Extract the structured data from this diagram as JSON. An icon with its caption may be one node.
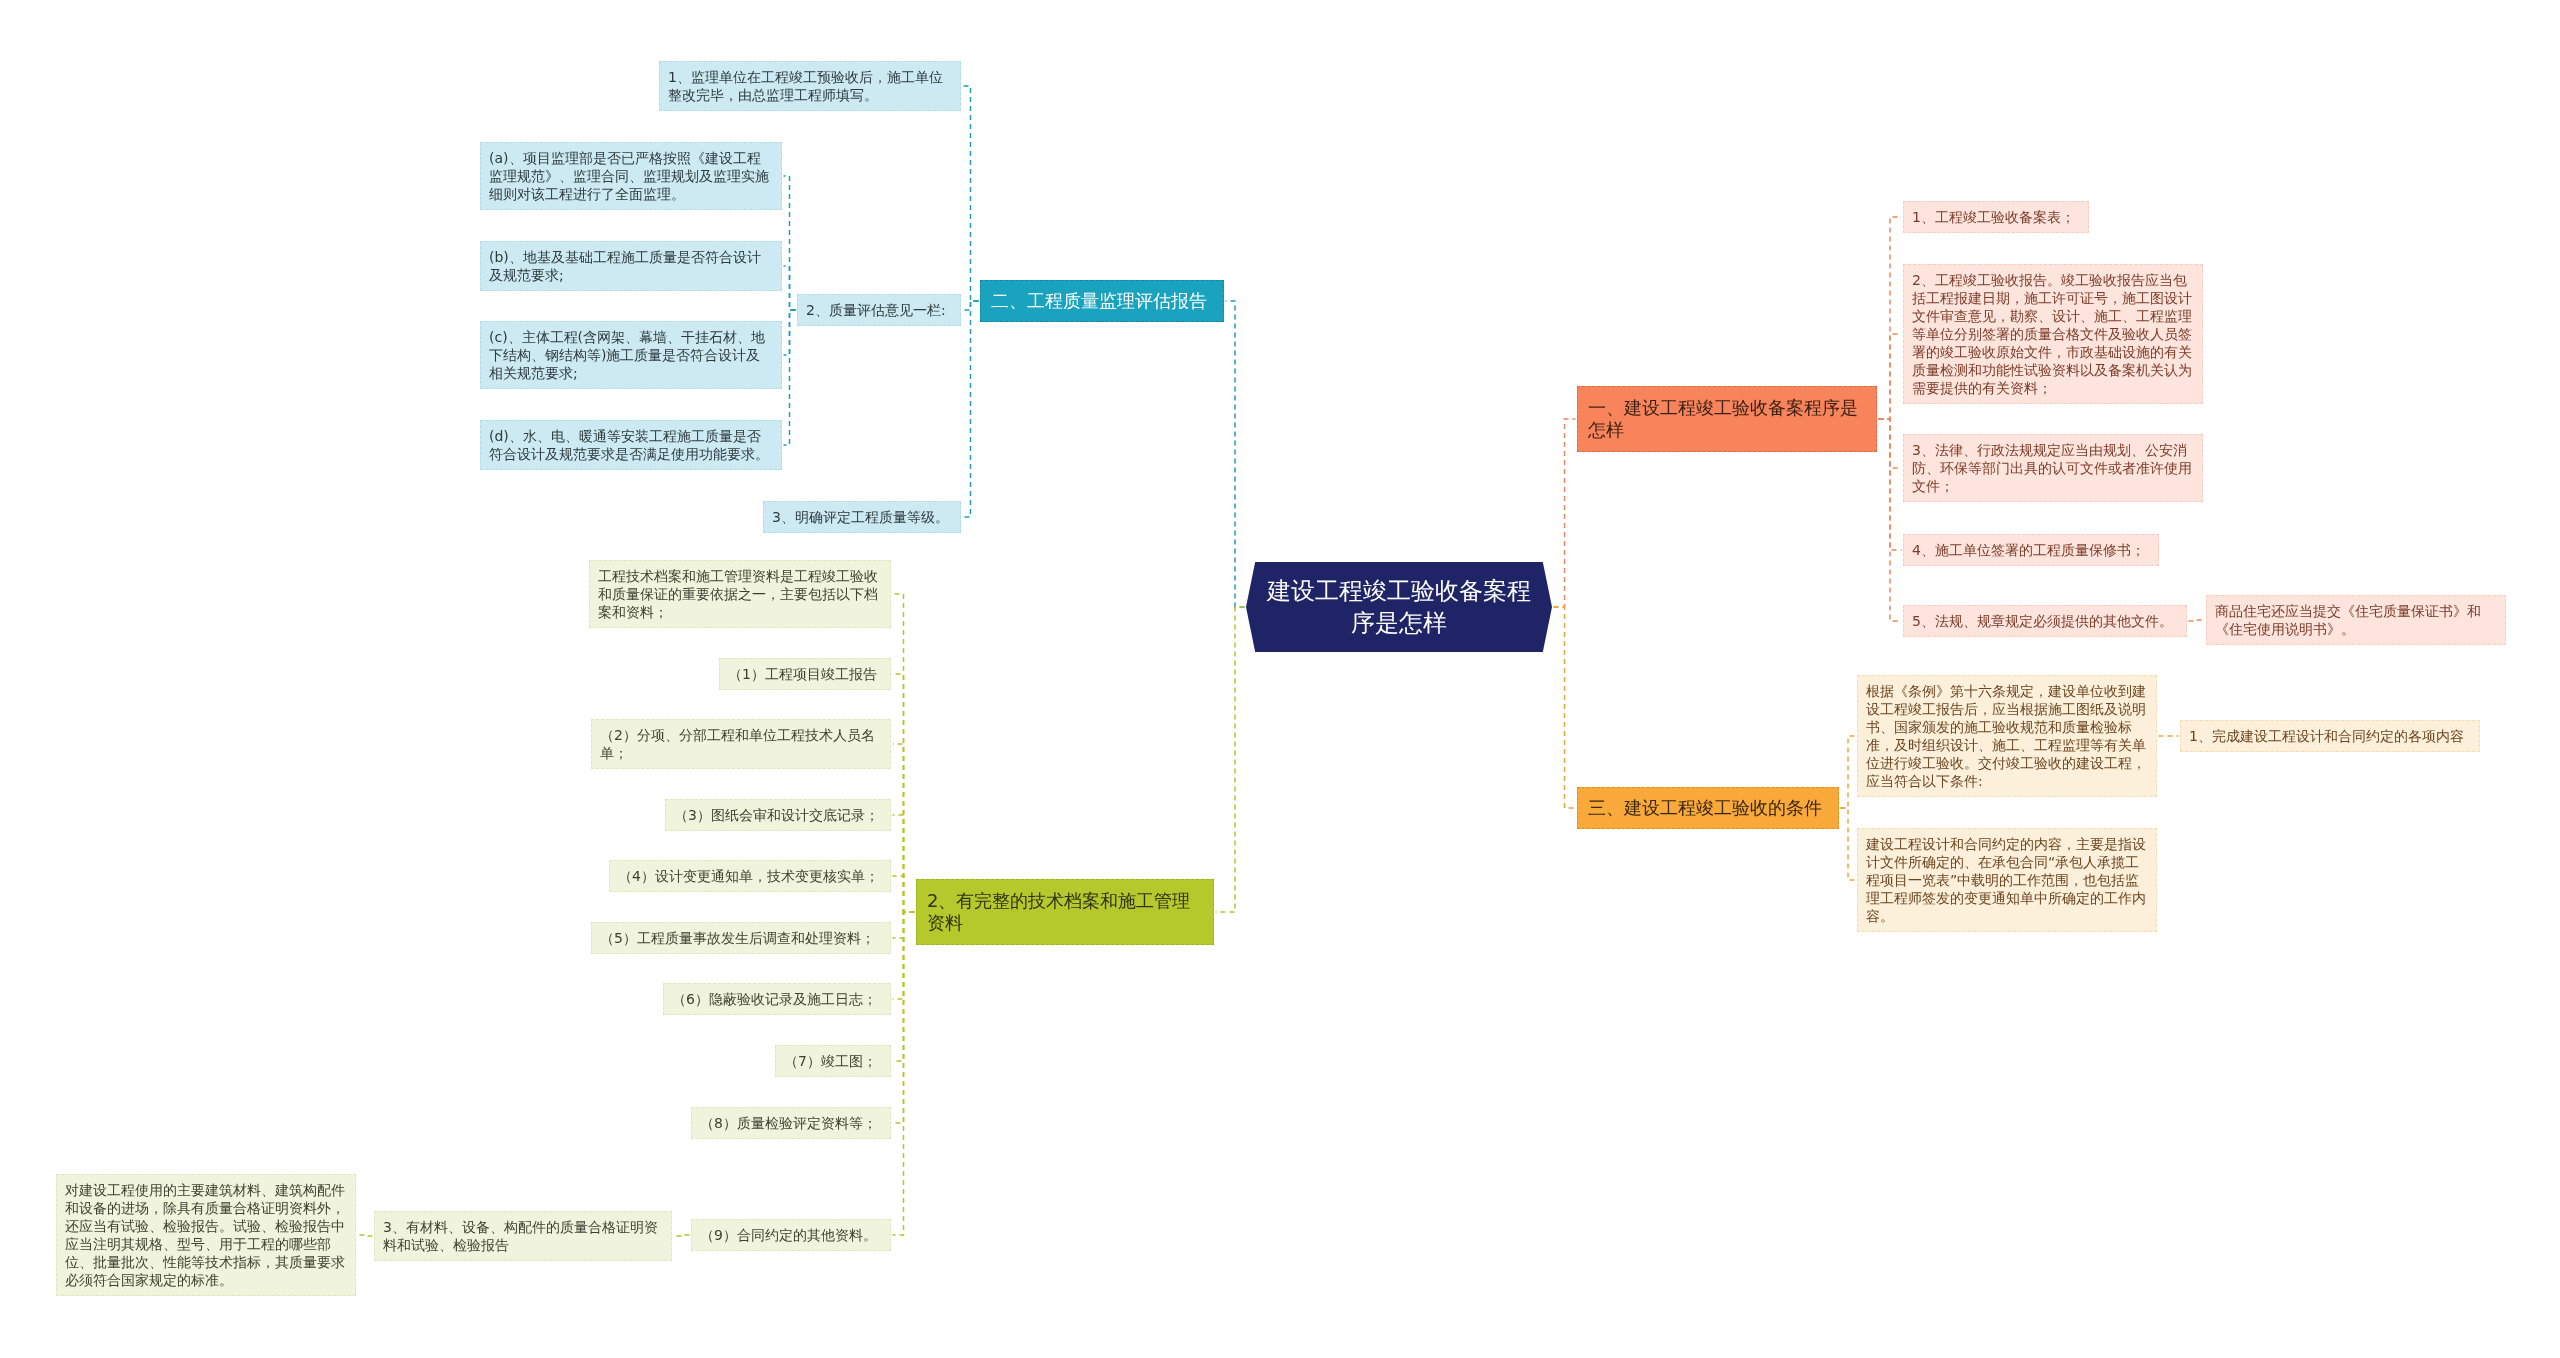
{
  "diagram": {
    "nodes": [
      {
        "text": [
          "建设工程竣工验收备案程序是怎样"
        ]
      },
      {
        "text": [
          "二、工程质量监理评估报告"
        ]
      },
      {
        "text": [
          "1、监理单位在工程竣工预验收后，施工单位整改完毕，由总监理工程师填写。"
        ]
      },
      {
        "text": [
          "2、质量评估意见一栏:"
        ]
      },
      {
        "text": [
          "(a)、项目监理部是否已严格按照《建设工程监理规范》、监理合同、监理规划及监理实施细则对该工程进行了全面监理。"
        ]
      },
      {
        "text": [
          "(b)、地基及基础工程施工质量是否符合设计及规范要求;"
        ]
      },
      {
        "text": [
          "(c)、主体工程(含网架、幕墙、干挂石材、地下结构、钢结构等)施工质量是否符合设计及相关规范要求;"
        ]
      },
      {
        "text": [
          "(d)、水、电、暖通等安装工程施工质量是否符合设计及规范要求是否满足使用功能要求。"
        ]
      },
      {
        "text": [
          "3、明确评定工程质量等级。"
        ]
      },
      {
        "text": [
          "2、有完整的技术档案和施工管理资料"
        ]
      },
      {
        "text": [
          "工程技术档案和施工管理资料是工程竣工验收和质量保证的重要依据之一，主要包括以下档案和资料；"
        ]
      },
      {
        "text": [
          "（1）工程项目竣工报告"
        ]
      },
      {
        "text": [
          "（2）分项、分部工程和单位工程技术人员名单；"
        ]
      },
      {
        "text": [
          "（3）图纸会审和设计交底记录；"
        ]
      },
      {
        "text": [
          "（4）设计变更通知单，技术变更核实单；"
        ]
      },
      {
        "text": [
          "（5）工程质量事故发生后调查和处理资料；"
        ]
      },
      {
        "text": [
          "（6）隐蔽验收记录及施工日志；"
        ]
      },
      {
        "text": [
          "（7）竣工图；"
        ]
      },
      {
        "text": [
          "（8）质量检验评定资料等；"
        ]
      },
      {
        "text": [
          "（9）合同约定的其他资料。"
        ]
      },
      {
        "text": [
          "3、有材料、设备、构配件的质量合格证明资料和试验、检验报告"
        ]
      },
      {
        "text": [
          "对建设工程使用的主要建筑材料、建筑构配件和设备的进场，除具有质量合格证明资料外，还应当有试验、检验报告。试验、检验报告中应当注明其规格、型号、用于工程的哪些部位、批量批次、性能等技术指标，其质量要求必须符合国家规定的标准。"
        ]
      },
      {
        "text": [
          "一、建设工程竣工验收备案程序是怎样"
        ]
      },
      {
        "text": [
          "1、工程竣工验收备案表；"
        ]
      },
      {
        "text": [
          "2、工程竣工验收报告。竣工验收报告应当包括工程报建日期，施工许可证号，施工图设计文件审查意见，勘察、设计、施工、工程监理等单位分别签署的质量合格文件及验收人员签署的竣工验收原始文件，市政基础设施的有关质量检测和功能性试验资料以及备案机关认为需要提供的有关资料；"
        ]
      },
      {
        "text": [
          "3、法律、行政法规规定应当由规划、公安消防、环保等部门出具的认可文件或者准许使用文件；"
        ]
      },
      {
        "text": [
          "4、施工单位签署的工程质量保修书；"
        ]
      },
      {
        "text": [
          "5、法规、规章规定必须提供的其他文件。"
        ]
      },
      {
        "text": [
          "商品住宅还应当提交《住宅质量保证书》和《住宅使用说明书》。"
        ]
      },
      {
        "text": [
          "三、建设工程竣工验收的条件"
        ]
      },
      {
        "text": [
          "根据《条例》第十六条规定，建设单位收到建设工程竣工报告后，应当根据施工图纸及说明书、国家颁发的施工验收规范和质量检验标准，及时组织设计、施工、工程监理等有关单位进行竣工验收。交付竣工验收的建设工程，应当符合以下条件:"
        ]
      },
      {
        "text": [
          "1、完成建设工程设计和合同约定的各项内容"
        ]
      },
      {
        "text": [
          "建设工程设计和合同约定的内容，主要是指设计文件所确定的、在承包合同“承包人承揽工程项目一览表”中载明的工作范围，也包括监理工程师签发的变更通知单中所确定的工作内容。"
        ]
      }
    ],
    "edges": [
      {
        "from": 0,
        "to": 1,
        "arrow": "none",
        "style": "dashed",
        "color": "#1d9fbc"
      },
      {
        "from": 1,
        "to": 2,
        "arrow": "none",
        "style": "dashed",
        "color": "#1d9fbc"
      },
      {
        "from": 1,
        "to": 3,
        "arrow": "none",
        "style": "dashed",
        "color": "#1d9fbc"
      },
      {
        "from": 3,
        "to": 4,
        "arrow": "none",
        "style": "dashed",
        "color": "#1d9fbc"
      },
      {
        "from": 3,
        "to": 5,
        "arrow": "none",
        "style": "dashed",
        "color": "#1d9fbc"
      },
      {
        "from": 3,
        "to": 6,
        "arrow": "none",
        "style": "dashed",
        "color": "#1d9fbc"
      },
      {
        "from": 3,
        "to": 7,
        "arrow": "none",
        "style": "dashed",
        "color": "#1d9fbc"
      },
      {
        "from": 1,
        "to": 8,
        "arrow": "none",
        "style": "dashed",
        "color": "#1d9fbc"
      },
      {
        "from": 0,
        "to": 9,
        "arrow": "none",
        "style": "dashed"
      },
      {
        "from": 9,
        "to": 10,
        "arrow": "none",
        "style": "dashed"
      },
      {
        "from": 9,
        "to": 11,
        "arrow": "none",
        "style": "dashed"
      },
      {
        "from": 9,
        "to": 12,
        "arrow": "none",
        "style": "dashed"
      },
      {
        "from": 9,
        "to": 13,
        "arrow": "none",
        "style": "dashed"
      },
      {
        "from": 9,
        "to": 14,
        "arrow": "none",
        "style": "dashed"
      },
      {
        "from": 9,
        "to": 15,
        "arrow": "none",
        "style": "dashed"
      },
      {
        "from": 9,
        "to": 16,
        "arrow": "none",
        "style": "dashed"
      },
      {
        "from": 9,
        "to": 17,
        "arrow": "none",
        "style": "dashed"
      },
      {
        "from": 9,
        "to": 18,
        "arrow": "none",
        "style": "dashed"
      },
      {
        "from": 9,
        "to": 19,
        "arrow": "none",
        "style": "dashed"
      },
      {
        "from": 19,
        "to": 20,
        "arrow": "none",
        "style": "dashed"
      },
      {
        "from": 20,
        "to": 21,
        "arrow": "none",
        "style": "dashed"
      },
      {
        "from": 0,
        "to": 22,
        "arrow": "none",
        "style": "dashed",
        "color": "#ee8760"
      },
      {
        "from": 22,
        "to": 23,
        "arrow": "none",
        "style": "dashed",
        "color": "#ee8760"
      },
      {
        "from": 22,
        "to": 24,
        "arrow": "none",
        "style": "dashed",
        "color": "#ee8760"
      },
      {
        "from": 22,
        "to": 25,
        "arrow": "none",
        "style": "dashed",
        "color": "#ee8760"
      },
      {
        "from": 22,
        "to": 26,
        "arrow": "none",
        "style": "dashed",
        "color": "#ee8760"
      },
      {
        "from": 22,
        "to": 27,
        "arrow": "none",
        "style": "dashed",
        "color": "#ee8760"
      },
      {
        "from": 27,
        "to": 28,
        "arrow": "none",
        "style": "dashed",
        "color": "#ee8760"
      },
      {
        "from": 0,
        "to": 29,
        "arrow": "none",
        "style": "dashed",
        "color": "#f0a53a"
      },
      {
        "from": 29,
        "to": 30,
        "arrow": "none",
        "style": "dashed",
        "color": "#f0a53a"
      },
      {
        "from": 30,
        "to": 31,
        "arrow": "none",
        "style": "dashed",
        "color": "#f0a53a"
      },
      {
        "from": 29,
        "to": 32,
        "arrow": "none",
        "style": "dashed",
        "color": "#f0a53a"
      }
    ]
  }
}
